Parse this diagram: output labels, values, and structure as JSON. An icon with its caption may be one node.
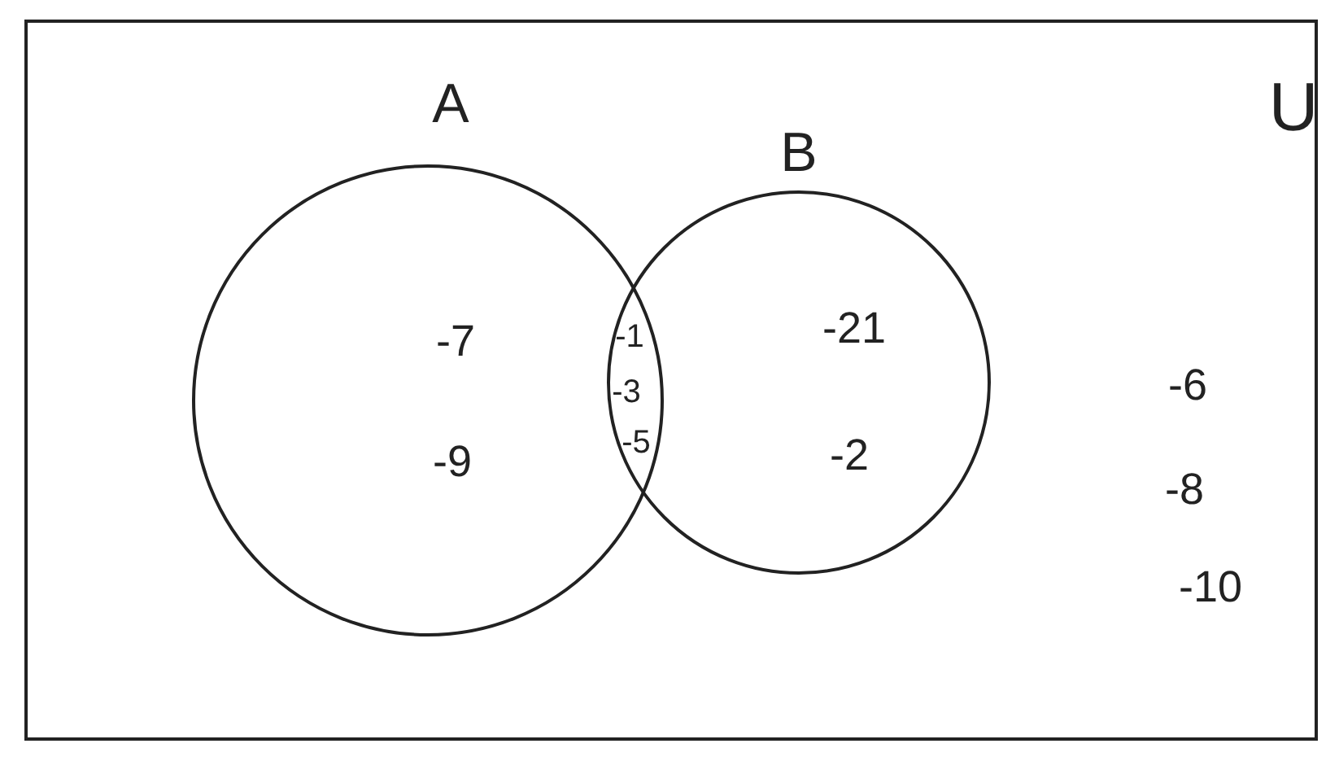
{
  "diagram": {
    "nodes": [
      {
        "text": [
          "U"
        ]
      },
      {
        "text": [
          "A"
        ],
        "in": 0
      },
      {
        "text": [
          "B"
        ],
        "in": 0
      }
    ],
    "labels": [
      "-7",
      "-1",
      "-21",
      "-3",
      "-6",
      "-9",
      "-5",
      "-2",
      "-8",
      "-10"
    ]
  }
}
